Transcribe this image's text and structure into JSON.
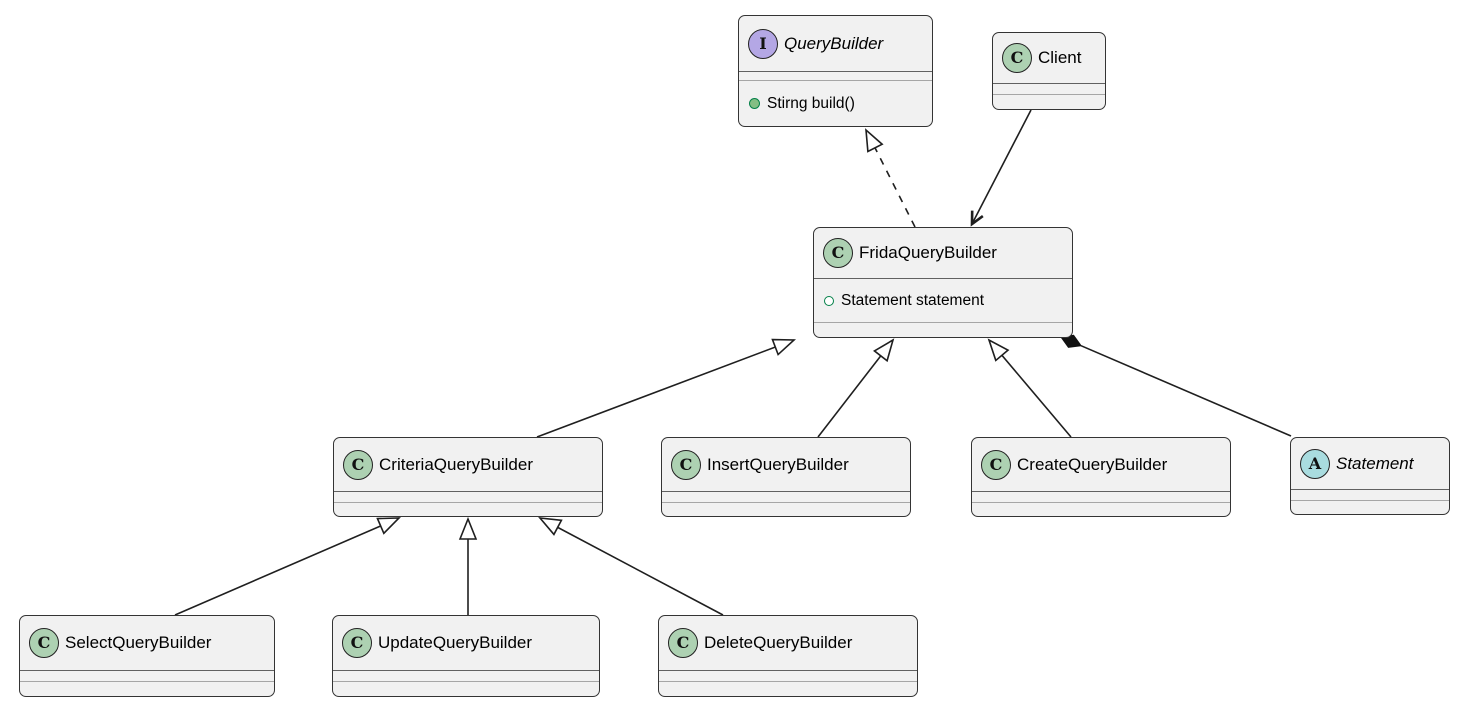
{
  "diagram": {
    "classes": [
      {
        "name": "QueryBuilder",
        "kind": "interface",
        "letter": "I",
        "fields": [],
        "methods": [
          "Stirng build()"
        ]
      },
      {
        "name": "Client",
        "kind": "class",
        "letter": "C",
        "fields": [],
        "methods": []
      },
      {
        "name": "FridaQueryBuilder",
        "kind": "class",
        "letter": "C",
        "fields": [
          "Statement statement"
        ],
        "methods": []
      },
      {
        "name": "CriteriaQueryBuilder",
        "kind": "class",
        "letter": "C",
        "fields": [],
        "methods": []
      },
      {
        "name": "InsertQueryBuilder",
        "kind": "class",
        "letter": "C",
        "fields": [],
        "methods": []
      },
      {
        "name": "CreateQueryBuilder",
        "kind": "class",
        "letter": "C",
        "fields": [],
        "methods": []
      },
      {
        "name": "Statement",
        "kind": "abstract",
        "letter": "A",
        "fields": [],
        "methods": []
      },
      {
        "name": "SelectQueryBuilder",
        "kind": "class",
        "letter": "C",
        "fields": [],
        "methods": []
      },
      {
        "name": "UpdateQueryBuilder",
        "kind": "class",
        "letter": "C",
        "fields": [],
        "methods": []
      },
      {
        "name": "DeleteQueryBuilder",
        "kind": "class",
        "letter": "C",
        "fields": [],
        "methods": []
      }
    ],
    "relationships": [
      {
        "from": "FridaQueryBuilder",
        "to": "QueryBuilder",
        "type": "realization"
      },
      {
        "from": "Client",
        "to": "FridaQueryBuilder",
        "type": "directed-association"
      },
      {
        "from": "CriteriaQueryBuilder",
        "to": "FridaQueryBuilder",
        "type": "generalization"
      },
      {
        "from": "InsertQueryBuilder",
        "to": "FridaQueryBuilder",
        "type": "generalization"
      },
      {
        "from": "CreateQueryBuilder",
        "to": "FridaQueryBuilder",
        "type": "generalization"
      },
      {
        "from": "FridaQueryBuilder",
        "to": "Statement",
        "type": "composition"
      },
      {
        "from": "SelectQueryBuilder",
        "to": "CriteriaQueryBuilder",
        "type": "generalization"
      },
      {
        "from": "UpdateQueryBuilder",
        "to": "CriteriaQueryBuilder",
        "type": "generalization"
      },
      {
        "from": "DeleteQueryBuilder",
        "to": "CriteriaQueryBuilder",
        "type": "generalization"
      }
    ],
    "colors": {
      "box_background": "#f1f1f1",
      "box_border": "#343434",
      "line": "#1f1f1f",
      "class_circle": "#ADD1B2",
      "interface_circle": "#B4A7E5",
      "abstract_circle": "#A9DCDF",
      "method_dot_fill": "#84be84",
      "member_dot_ring": "#038048"
    }
  }
}
